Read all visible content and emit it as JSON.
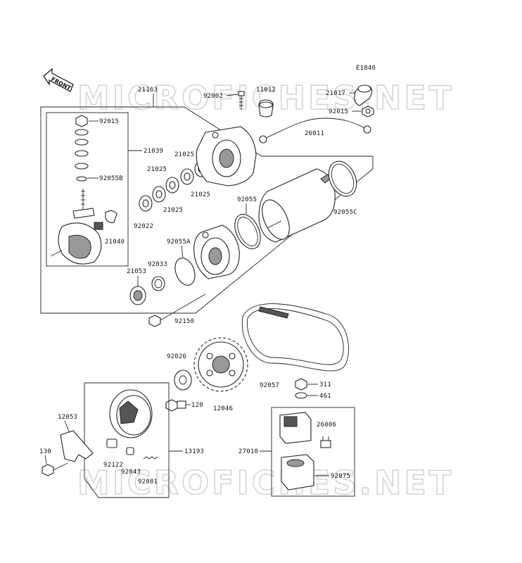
{
  "diagram_code": "E1840",
  "front_label": "FRONT",
  "watermark": "MICROFICHES.NET",
  "part_labels": {
    "p21163": "21163",
    "p92002": "92002",
    "p11012": "11012",
    "p21017": "21017",
    "p92015a": "92015",
    "p92015b": "92015",
    "p26011": "26011",
    "p21039": "21039",
    "p21025a": "21025",
    "p21025b": "21025",
    "p21025c": "21025",
    "p21025d": "21025",
    "p92055B": "92055B",
    "p92055": "92055",
    "p92055C": "92055C",
    "p92022": "92022",
    "p21040": "21040",
    "p92055A": "92055A",
    "p92033": "92033",
    "p21053": "21053",
    "p92150": "92150",
    "p92026": "92026",
    "p92057": "92057",
    "p311": "311",
    "p461": "461",
    "p120": "120",
    "p12046": "12046",
    "p12053": "12053",
    "p130": "130",
    "p13193": "13193",
    "p92122": "92122",
    "p92043": "92043",
    "p92081": "92081",
    "p26006": "26006",
    "p27010": "27010",
    "p92075": "92075"
  }
}
